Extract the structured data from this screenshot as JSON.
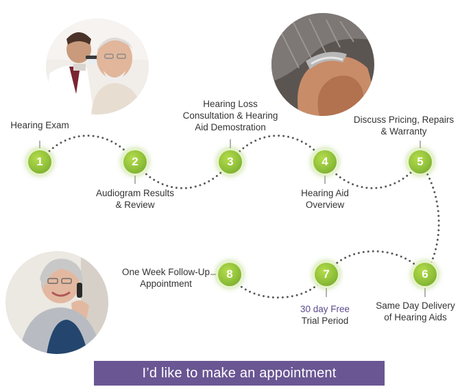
{
  "steps": [
    {
      "number": "1",
      "lines": [
        "Hearing Exam"
      ]
    },
    {
      "number": "2",
      "lines": [
        "Audiogram Results",
        "& Review"
      ]
    },
    {
      "number": "3",
      "lines": [
        "Hearing Loss",
        "Consultation & Hearing",
        "Aid Demostration"
      ]
    },
    {
      "number": "4",
      "lines": [
        "Hearing Aid",
        "Overview"
      ]
    },
    {
      "number": "5",
      "lines": [
        "Discuss Pricing, Repairs",
        "& Warranty"
      ]
    },
    {
      "number": "6",
      "lines": [
        "Same Day Delivery",
        "of Hearing Aids"
      ]
    },
    {
      "number": "7",
      "lines": [
        "30 day Free",
        "Trial Period"
      ]
    },
    {
      "number": "8",
      "lines": [
        "One Week Follow-Up",
        "Appointment"
      ]
    }
  ],
  "cta": {
    "label": "I’d like to make an appointment"
  },
  "colors": {
    "step_green": "#8fc03a",
    "cta_purple": "#6a5693",
    "accent_text": "#5b4a8c",
    "path_dots": "#5a5a5a"
  },
  "photos": [
    "doctor-ear-exam-photo",
    "ear-closeup-hearing-aid-photo",
    "woman-on-phone-photo"
  ]
}
